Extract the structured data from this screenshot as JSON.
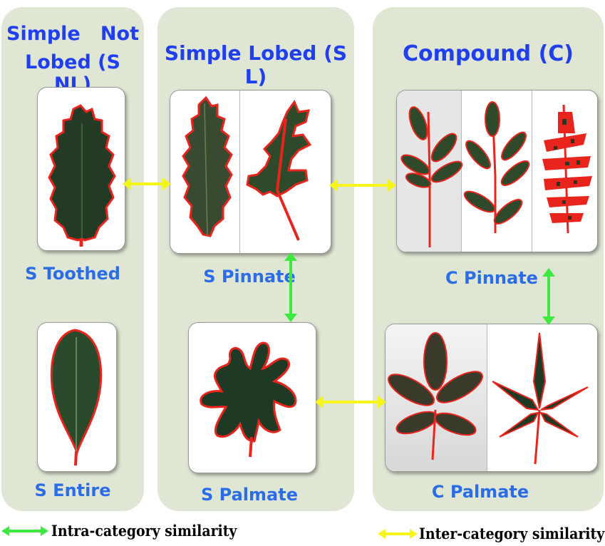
{
  "panels": {
    "simple_not_lobed": {
      "title_line1": "Simple   Not",
      "title_line2": "Lobed (S NL)"
    },
    "simple_lobed": {
      "title": "Simple Lobed (S L)"
    },
    "compound": {
      "title": "Compound (C)"
    }
  },
  "labels": {
    "s_toothed": "S Toothed",
    "s_entire": "S Entire",
    "s_pinnate": "S Pinnate",
    "s_palmate": "S Palmate",
    "c_pinnate": "C Pinnate",
    "c_palmate": "C Palmate"
  },
  "legend": {
    "intra": "Intra-category similarity",
    "inter": "Inter-category similarity"
  },
  "colors": {
    "panel_bg": "#dfe6d3",
    "title_blue": "#1f3ff0",
    "label_blue": "#2b6de8",
    "leaf_dark": "#233a24",
    "leaf_outline": "#e8241c",
    "intra_arrow": "#3ee83e",
    "inter_arrow": "#f5f51a"
  }
}
